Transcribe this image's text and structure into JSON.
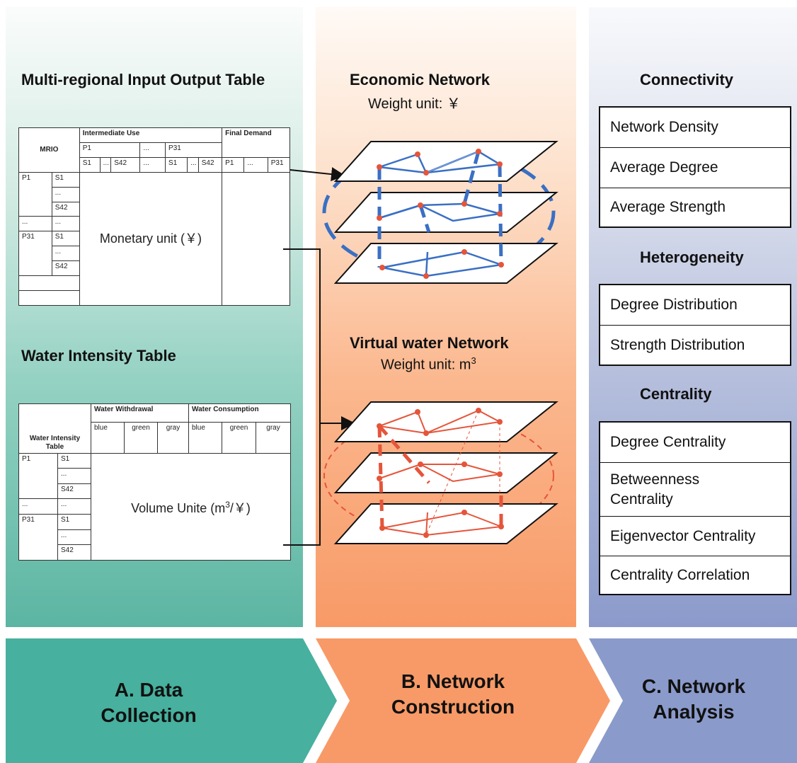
{
  "panel_a": {
    "mrio_title": "Multi-regional Input Output Table",
    "water_title": "Water Intensity Table",
    "mrio_table": {
      "corner": "MRIO",
      "intermediate_use": "Intermediate Use",
      "final_demand": "Final Demand",
      "p1": "P1",
      "p31": "P31",
      "s1": "S1",
      "s42": "S42",
      "ellipsis": "...",
      "body": "Monetary unit (￥)"
    },
    "wi_table": {
      "corner": "Water Intensity Table",
      "withdrawal": "Water Withdrawal",
      "consumption": "Water Consumption",
      "blue": "blue",
      "green": "green",
      "gray": "gray",
      "p1": "P1",
      "p31": "P31",
      "s1": "S1",
      "s42": "S42",
      "ellipsis": "...",
      "body_prefix": "Volume Unite (m",
      "body_sup": "3",
      "body_suffix": "/￥)"
    }
  },
  "panel_b": {
    "economic_title": "Economic Network",
    "economic_unit": "Weight unit: ￥",
    "water_title": "Virtual water Network",
    "water_unit_prefix": "Weight unit: m",
    "water_unit_sup": "3"
  },
  "panel_c": {
    "groups": [
      {
        "title": "Connectivity",
        "items": [
          "Network Density",
          "Average Degree",
          "Average Strength"
        ]
      },
      {
        "title": "Heterogeneity",
        "items": [
          "Degree Distribution",
          "Strength Distribution"
        ]
      },
      {
        "title": "Centrality",
        "items": [
          "Degree Centrality",
          "Betweenness Centrality",
          "Eigenvector Centrality",
          "Centrality Correlation"
        ]
      }
    ]
  },
  "stages": [
    {
      "label": "A. Data Collection",
      "color": "#47b09e"
    },
    {
      "label": "B. Network Construction",
      "color": "#f89a67"
    },
    {
      "label": "C. Network Analysis",
      "color": "#8a9acb"
    }
  ],
  "colors": {
    "economic_network": "#3a6fc4",
    "water_network": "#e5553a",
    "node_fill": "#e5553a"
  }
}
